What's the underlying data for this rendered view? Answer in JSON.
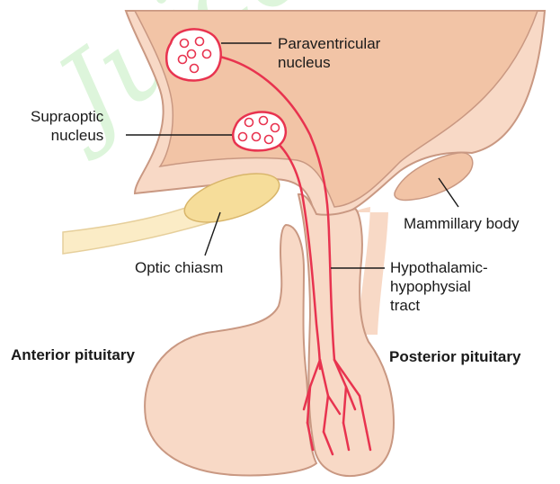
{
  "labels": {
    "paraventricular": [
      "Paraventricular",
      "nucleus"
    ],
    "supraoptic": [
      "Supraoptic",
      "nucleus"
    ],
    "mammillary": "Mammillary body",
    "optic_chiasm": "Optic chiasm",
    "hypothalamic_tract": [
      "Hypothalamic-",
      "hypophysial",
      "tract"
    ],
    "anterior_pituitary": "Anterior pituitary",
    "posterior_pituitary": "Posterior pituitary"
  },
  "watermark": "Juice",
  "colors": {
    "tissue": "#f8d9c6",
    "tissue_dark": "#f2c4a6",
    "outline": "#c99882",
    "nerve": "#e8334f",
    "chiasm": "#f6dd9a",
    "optic_nerve": "#fbecc6"
  }
}
